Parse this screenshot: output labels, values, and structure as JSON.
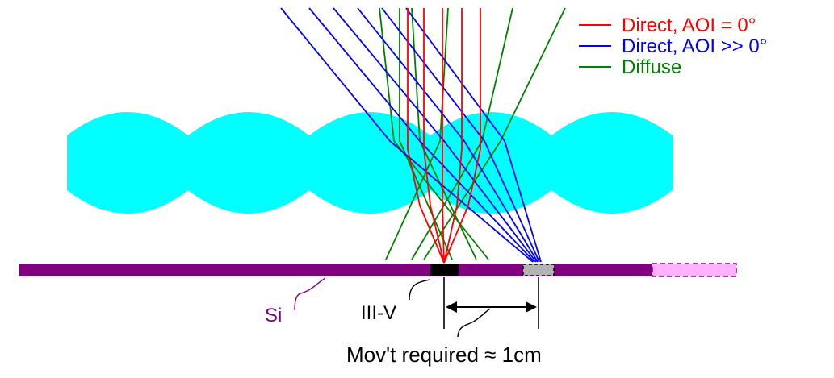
{
  "legend": {
    "items": [
      {
        "label": "Direct, AOI = 0°",
        "color": "#ff0000"
      },
      {
        "label": "Direct, AOI >> 0°",
        "color": "#0000ff"
      },
      {
        "label": "Diffuse",
        "color": "#008000"
      }
    ]
  },
  "labels": {
    "si": "Si",
    "iiiv": "III-V",
    "movement": "Mov't required ≈ 1cm"
  },
  "colors": {
    "lens": "#00ffff",
    "substrate": "#800080",
    "substrate_extension": "#ffb3ff",
    "cell_iiiv": "#000000",
    "cell_moved": "#b3b3b3"
  }
}
